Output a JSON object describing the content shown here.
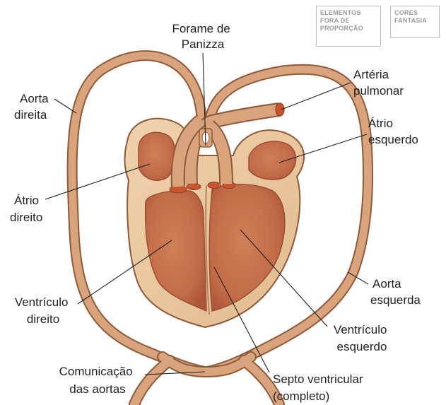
{
  "badges": [
    {
      "lines": [
        "ELEMENTOS",
        "FORA DE",
        "PROPORÇÃO"
      ]
    },
    {
      "lines": [
        "CORES",
        "FANTASIA"
      ]
    }
  ],
  "labels": {
    "forame": [
      "Forame de",
      "Panizza"
    ],
    "arteria": [
      "Artéria",
      "pulmonar"
    ],
    "aorta_direita": [
      "Aorta",
      "direita"
    ],
    "atrio_esquerdo": [
      "Átrio",
      "esquerdo"
    ],
    "atrio_direito": [
      "Átrio",
      "direito"
    ],
    "ventriculo_direito": [
      "Ventrículo",
      "direito"
    ],
    "aorta_esquerda": [
      "Aorta",
      "esquerda"
    ],
    "ventriculo_esquerdo": [
      "Ventrículo",
      "esquerdo"
    ],
    "comunicacao": [
      "Comunicação",
      "das aortas"
    ],
    "septo": [
      "Septo ventricular",
      "(completo)"
    ]
  },
  "colors": {
    "vessel": "#d9a37c",
    "vessel_edge": "#8f5a3a",
    "heart_wall": "#e9c79f",
    "chamber": "#c87550",
    "chamber_edge": "#9c4f35",
    "pulmonary_cap": "#c8552e"
  }
}
